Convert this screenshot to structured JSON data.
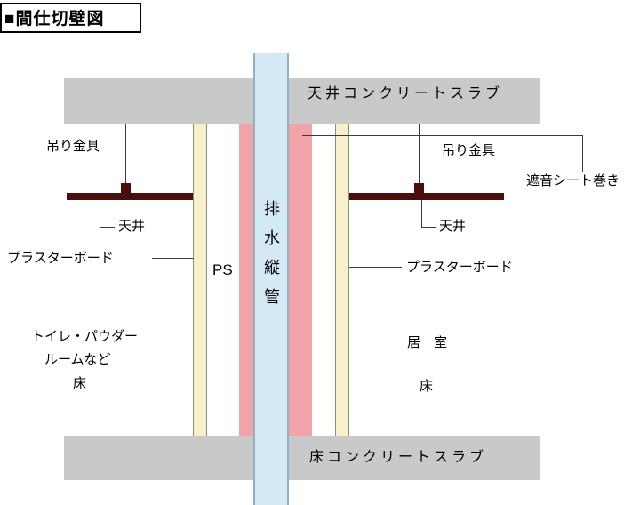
{
  "title": "■間仕切壁図",
  "diagram": {
    "ceiling_slab_label": "天井コンクリートスラブ",
    "floor_slab_label": "床コンクリートスラブ",
    "pipe_label": "排水縦管",
    "ps_label": "PS",
    "left": {
      "hanger_label": "吊り金具",
      "ceiling_label": "天井",
      "plasterboard_label": "プラスターボード",
      "room_line1": "トイレ・パウダー",
      "room_line2": "ルームなど",
      "room_line3": "床"
    },
    "right": {
      "hanger_label": "吊り金具",
      "ceiling_label": "天井",
      "plasterboard_label": "プラスターボード",
      "sound_sheet_label": "遮音シート巻き",
      "room_line1": "居　室",
      "room_line2": "床"
    }
  },
  "colors": {
    "slab": "#c9c9c9",
    "pipe_fill": "#d5e9f5",
    "pipe_border": "#8fb2c6",
    "sound_sheet": "#f2a3a8",
    "plasterboard": "#f7f0ca",
    "plasterboard_border": "#90906e",
    "ceiling_bar": "#4a0e0e",
    "line": "#3a3a3a"
  }
}
